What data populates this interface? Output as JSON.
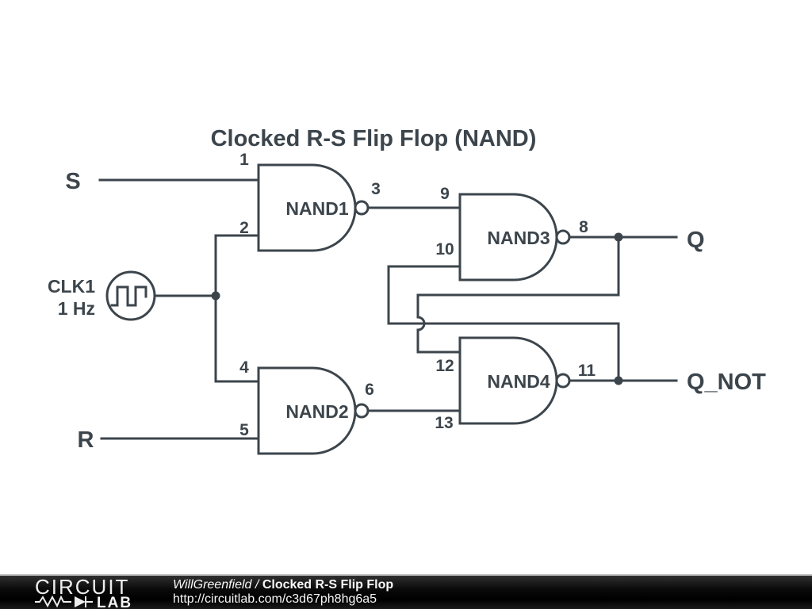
{
  "title": "Clocked R-S Flip Flop (NAND)",
  "colors": {
    "ink": "#3c454c",
    "background": "#ffffff",
    "footer_background": "#0a0a0a",
    "footer_text": "#f8f8f8",
    "footer_divider": "#c4c4c4"
  },
  "ports": {
    "s": "S",
    "r": "R",
    "q": "Q",
    "q_not": "Q_NOT"
  },
  "clock": {
    "name": "CLK1",
    "frequency": "1 Hz"
  },
  "gates": {
    "nand1": "NAND1",
    "nand2": "NAND2",
    "nand3": "NAND3",
    "nand4": "NAND4"
  },
  "nodes": {
    "n1": "1",
    "n2": "2",
    "n3": "3",
    "n4": "4",
    "n5": "5",
    "n6": "6",
    "n8": "8",
    "n9": "9",
    "n10": "10",
    "n11": "11",
    "n12": "12",
    "n13": "13"
  },
  "footer": {
    "logo_top": "CIRCUIT",
    "logo_bottom": "LAB",
    "author": "WillGreenfield",
    "separator": "/",
    "project_title": "Clocked R-S Flip Flop",
    "url": "http://circuitlab.com/c3d67ph8hg6a5"
  }
}
